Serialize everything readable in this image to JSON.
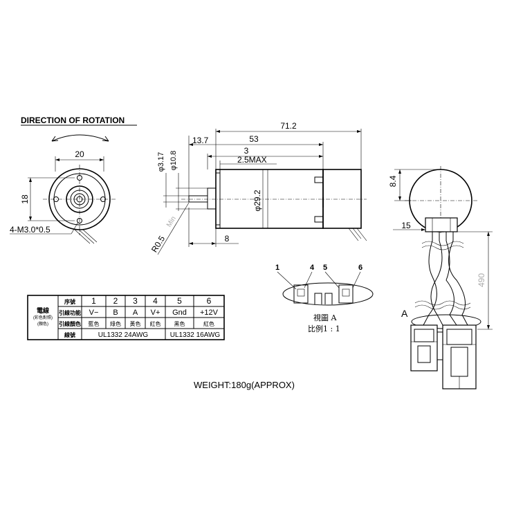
{
  "front_view": {
    "heading": "DIRECTION OF ROTATION",
    "dim_width": "20",
    "dim_height": "18",
    "dim_holes": "4-M3.0*0.5"
  },
  "side_view": {
    "dim_total": "71.2",
    "dim_body": "53",
    "dim_shaft_ext": "13.7",
    "dim_3": "3",
    "dim_2_5_max": "2.5MAX",
    "dim_d3_17": "φ3.17",
    "dim_d10_8": "φ10.8",
    "dim_d29_2": "φ29.2",
    "dim_8": "8",
    "dim_r0_5": "R0.5",
    "dim_min": "Min"
  },
  "rear_view": {
    "dim_8_4": "8.4",
    "dim_15": "15",
    "dim_490": "490",
    "label_a": "A"
  },
  "detail_view": {
    "pins": [
      "1",
      "4",
      "5",
      "6"
    ],
    "caption_line1": "視圖 A",
    "caption_line2": "比例1 : 1"
  },
  "wire_table": {
    "side_label": "電線",
    "side_sub1": "(彩色對照)",
    "side_sub2": "(顏色)",
    "row_labels": [
      "序號",
      "引線功能",
      "引線顏色",
      "線號"
    ],
    "numbers": [
      "1",
      "2",
      "3",
      "4",
      "5",
      "6"
    ],
    "functions": [
      "V−",
      "B",
      "A",
      "V+",
      "Gnd",
      "+12V"
    ],
    "colors": [
      "藍色",
      "綠色",
      "黃色",
      "紅色",
      "黑色",
      "紅色"
    ],
    "wire_spec_left": "UL1332 24AWG",
    "wire_spec_right": "UL1332 16AWG"
  },
  "weight": "WEIGHT:180g(APPROX)"
}
